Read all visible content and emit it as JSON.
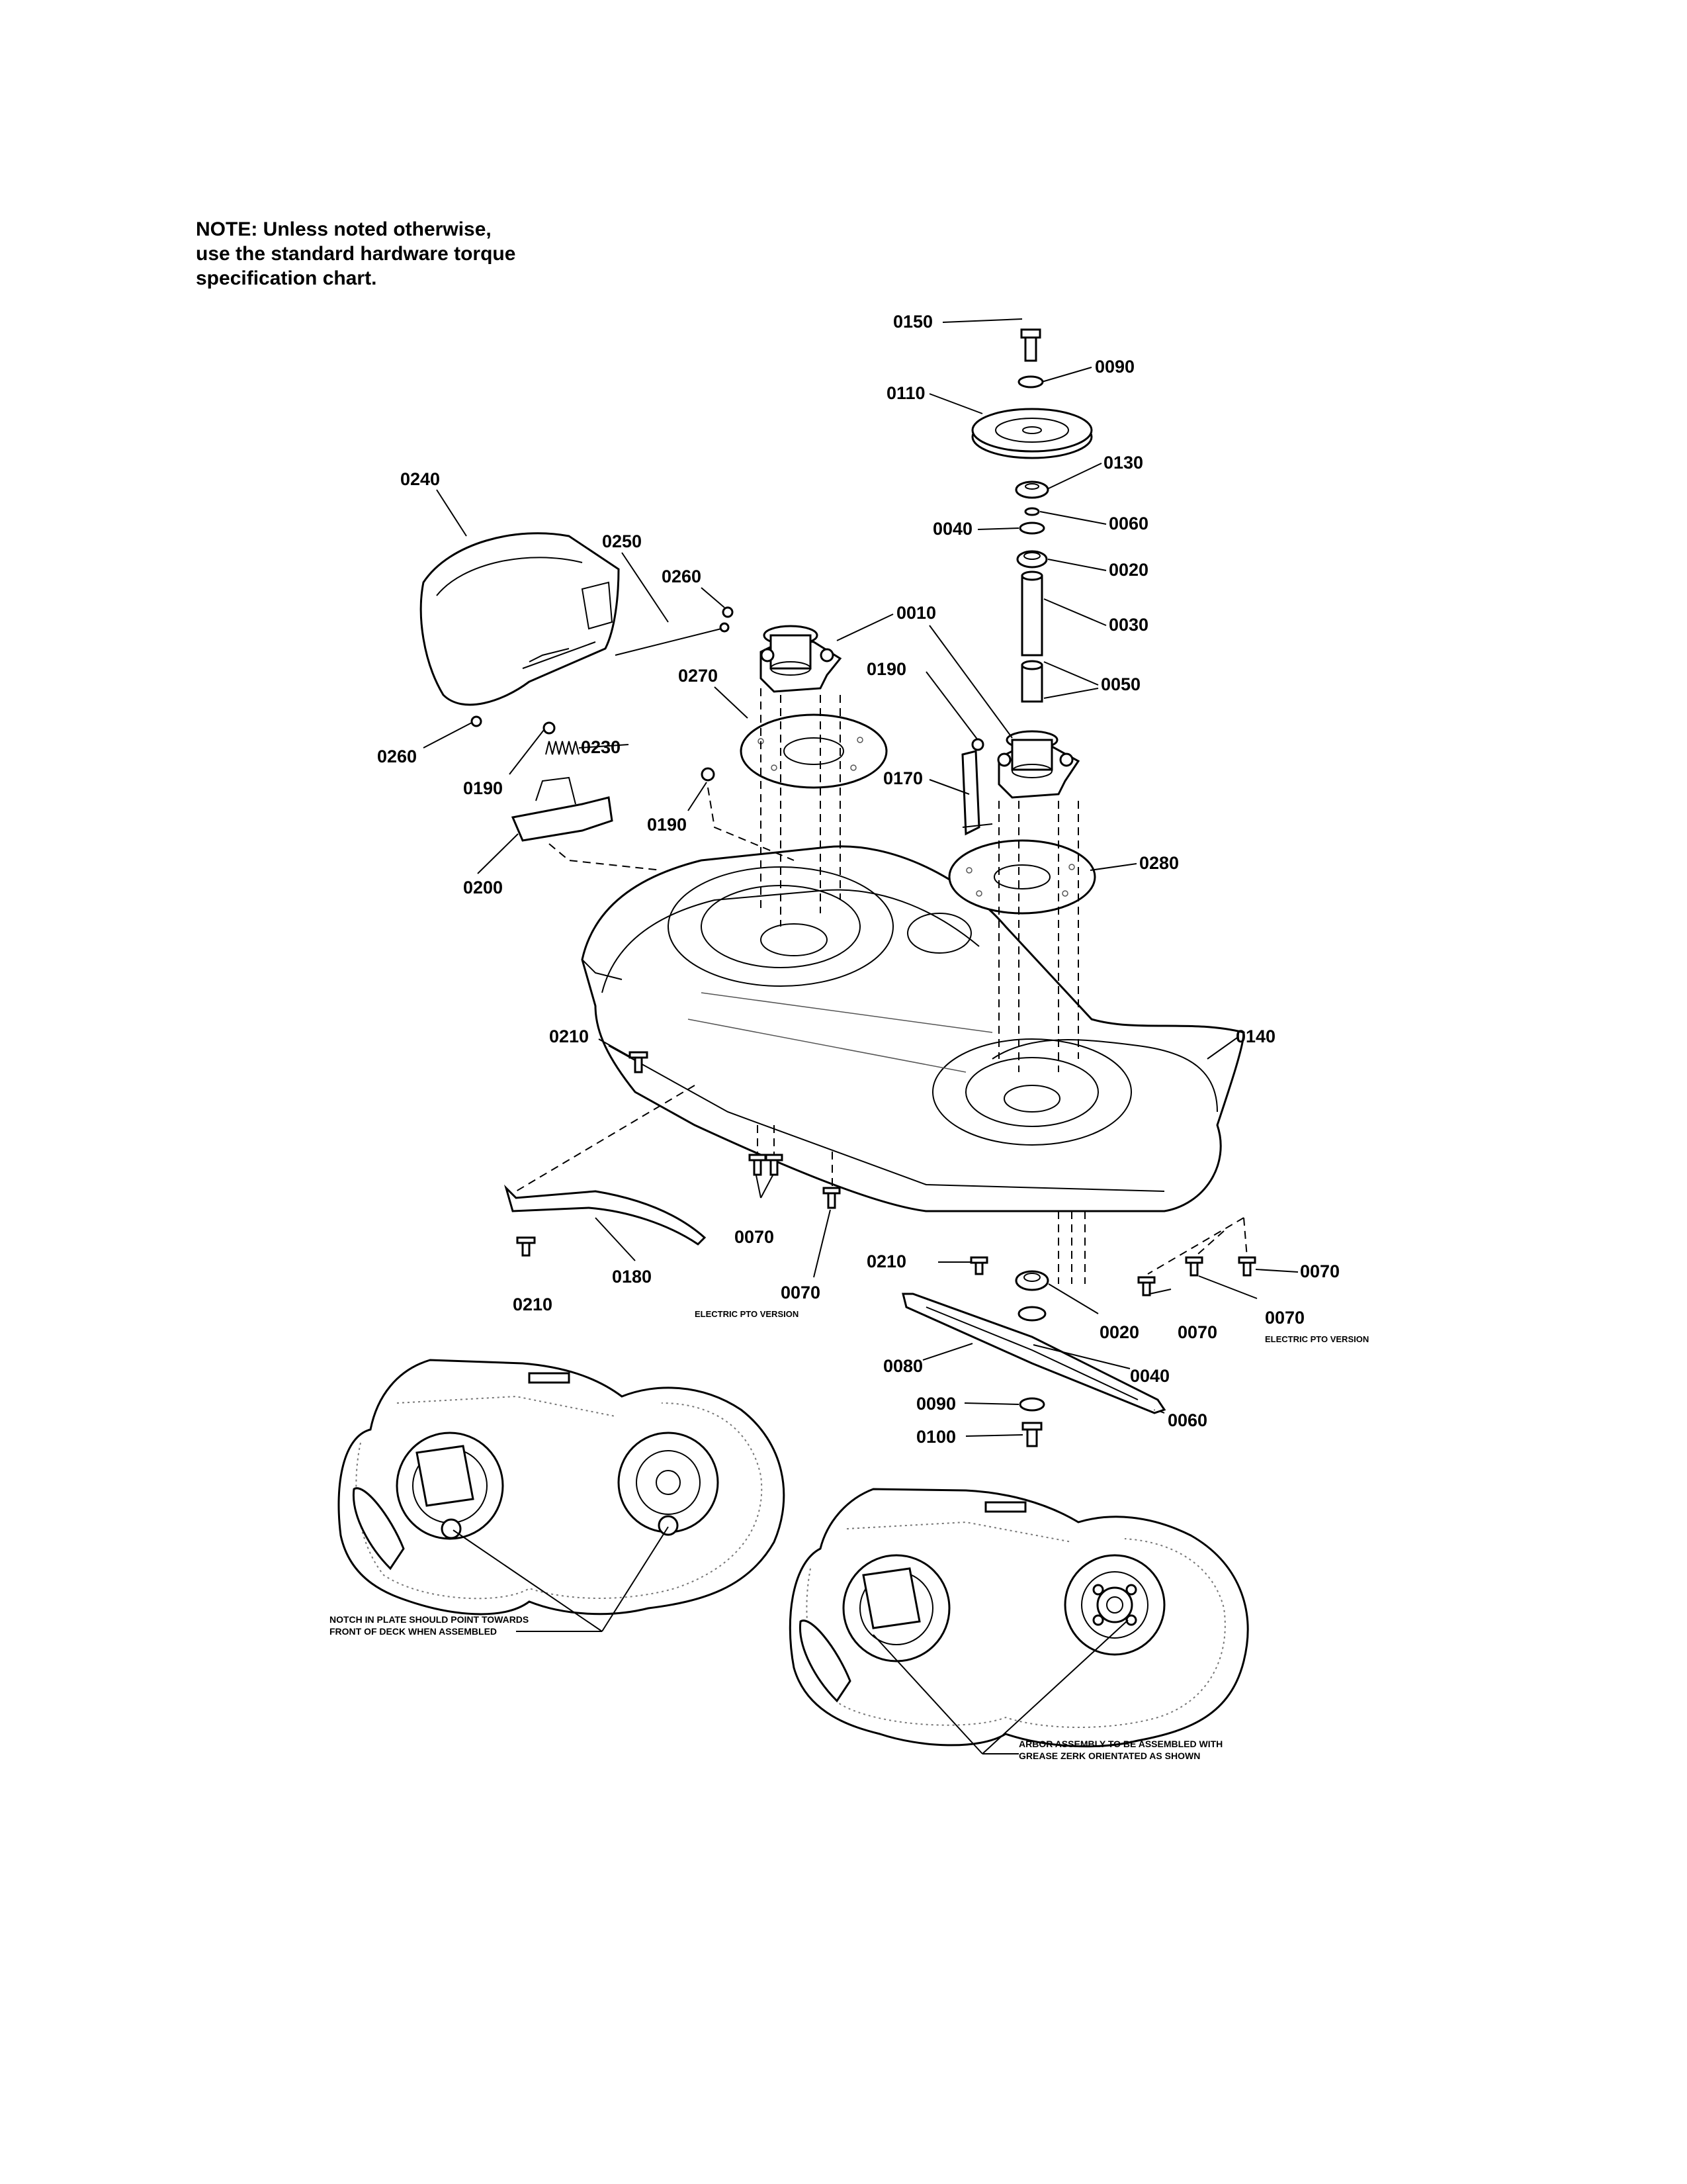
{
  "note": {
    "lines": [
      "NOTE: Unless noted otherwise,",
      "use the standard hardware torque",
      "specification chart."
    ]
  },
  "callouts": {
    "c0150": "0150",
    "c0090a": "0090",
    "c0110": "0110",
    "c0130": "0130",
    "c0040a": "0040",
    "c0060a": "0060",
    "c0020a": "0020",
    "c0030": "0030",
    "c0050": "0050",
    "c0010": "0010",
    "c0190a": "0190",
    "c0170": "0170",
    "c0280": "0280",
    "c0240": "0240",
    "c0250": "0250",
    "c0260a": "0260",
    "c0260b": "0260",
    "c0190b": "0190",
    "c0230": "0230",
    "c0270": "0270",
    "c0190c": "0190",
    "c0200": "0200",
    "c0210a": "0210",
    "c0140": "0140",
    "c0070a": "0070",
    "c0070b": "0070",
    "c0070b_note": "ELECTRIC PTO VERSION",
    "c0210b": "0210",
    "c0180": "0180",
    "c0210c": "0210",
    "c0070c": "0070",
    "c0070d": "0070",
    "c0070e": "0070",
    "c0070e_note": "ELECTRIC PTO VERSION",
    "c0020b": "0020",
    "c0040b": "0040",
    "c0080": "0080",
    "c0090b": "0090",
    "c0060b": "0060",
    "c0100": "0100"
  },
  "notes": {
    "notch_line1": "NOTCH IN PLATE SHOULD POINT TOWARDS",
    "notch_line2": "FRONT OF DECK WHEN ASSEMBLED",
    "arbor_line1": "ARBOR ASSEMBLY TO BE ASSEMBLED WITH",
    "arbor_line2": "GREASE ZERK ORIENTATED AS SHOWN"
  }
}
